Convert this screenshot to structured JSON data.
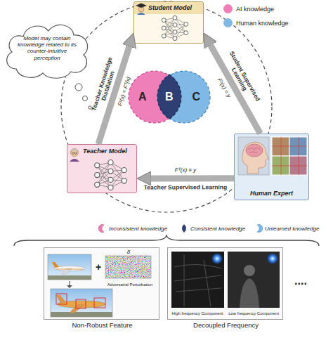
{
  "diagram": {
    "nodes": [
      {
        "text": [
          "Student Model"
        ]
      },
      {
        "text": [
          "Model may contain knowledge related to its counter-intuitive perception"
        ]
      },
      {
        "text": [
          "A"
        ]
      },
      {
        "text": [
          "B"
        ]
      },
      {
        "text": [
          "C"
        ]
      },
      {
        "text": [
          "Teacher Model"
        ]
      },
      {
        "text": [
          "Human Expert"
        ]
      },
      {
        "text": [
          "Non-Robust Feature"
        ]
      },
      {
        "text": [
          "Decoupled Frequency"
        ]
      }
    ],
    "edges": [
      {
        "from": 5,
        "to": 0,
        "arrow": "to",
        "label": "Teacher Knowledge Distillation"
      },
      {
        "from": 6,
        "to": 0,
        "arrow": "to",
        "label": "Student Supervised Learning"
      },
      {
        "from": 6,
        "to": 5,
        "arrow": "to",
        "label": "Teacher Supervised Learning"
      }
    ],
    "labels": [
      "Fˢ(x) = Fᵀ(x)",
      "Fˢ(x) = y",
      "Fᵀ(x) = y",
      "Adversarial Perturbation",
      "δ",
      "+",
      "High frequency Component",
      "Low frequency Component",
      "...."
    ],
    "legend": [
      {
        "text": "AI knowledge",
        "color": "#ee7fb8"
      },
      {
        "text": "Human knowledge",
        "color": "#80b9e6"
      },
      {
        "text": "Inconsistent knowledge"
      },
      {
        "text": "Consistent knowledge"
      },
      {
        "text": "Unlearned knowledge"
      }
    ]
  }
}
